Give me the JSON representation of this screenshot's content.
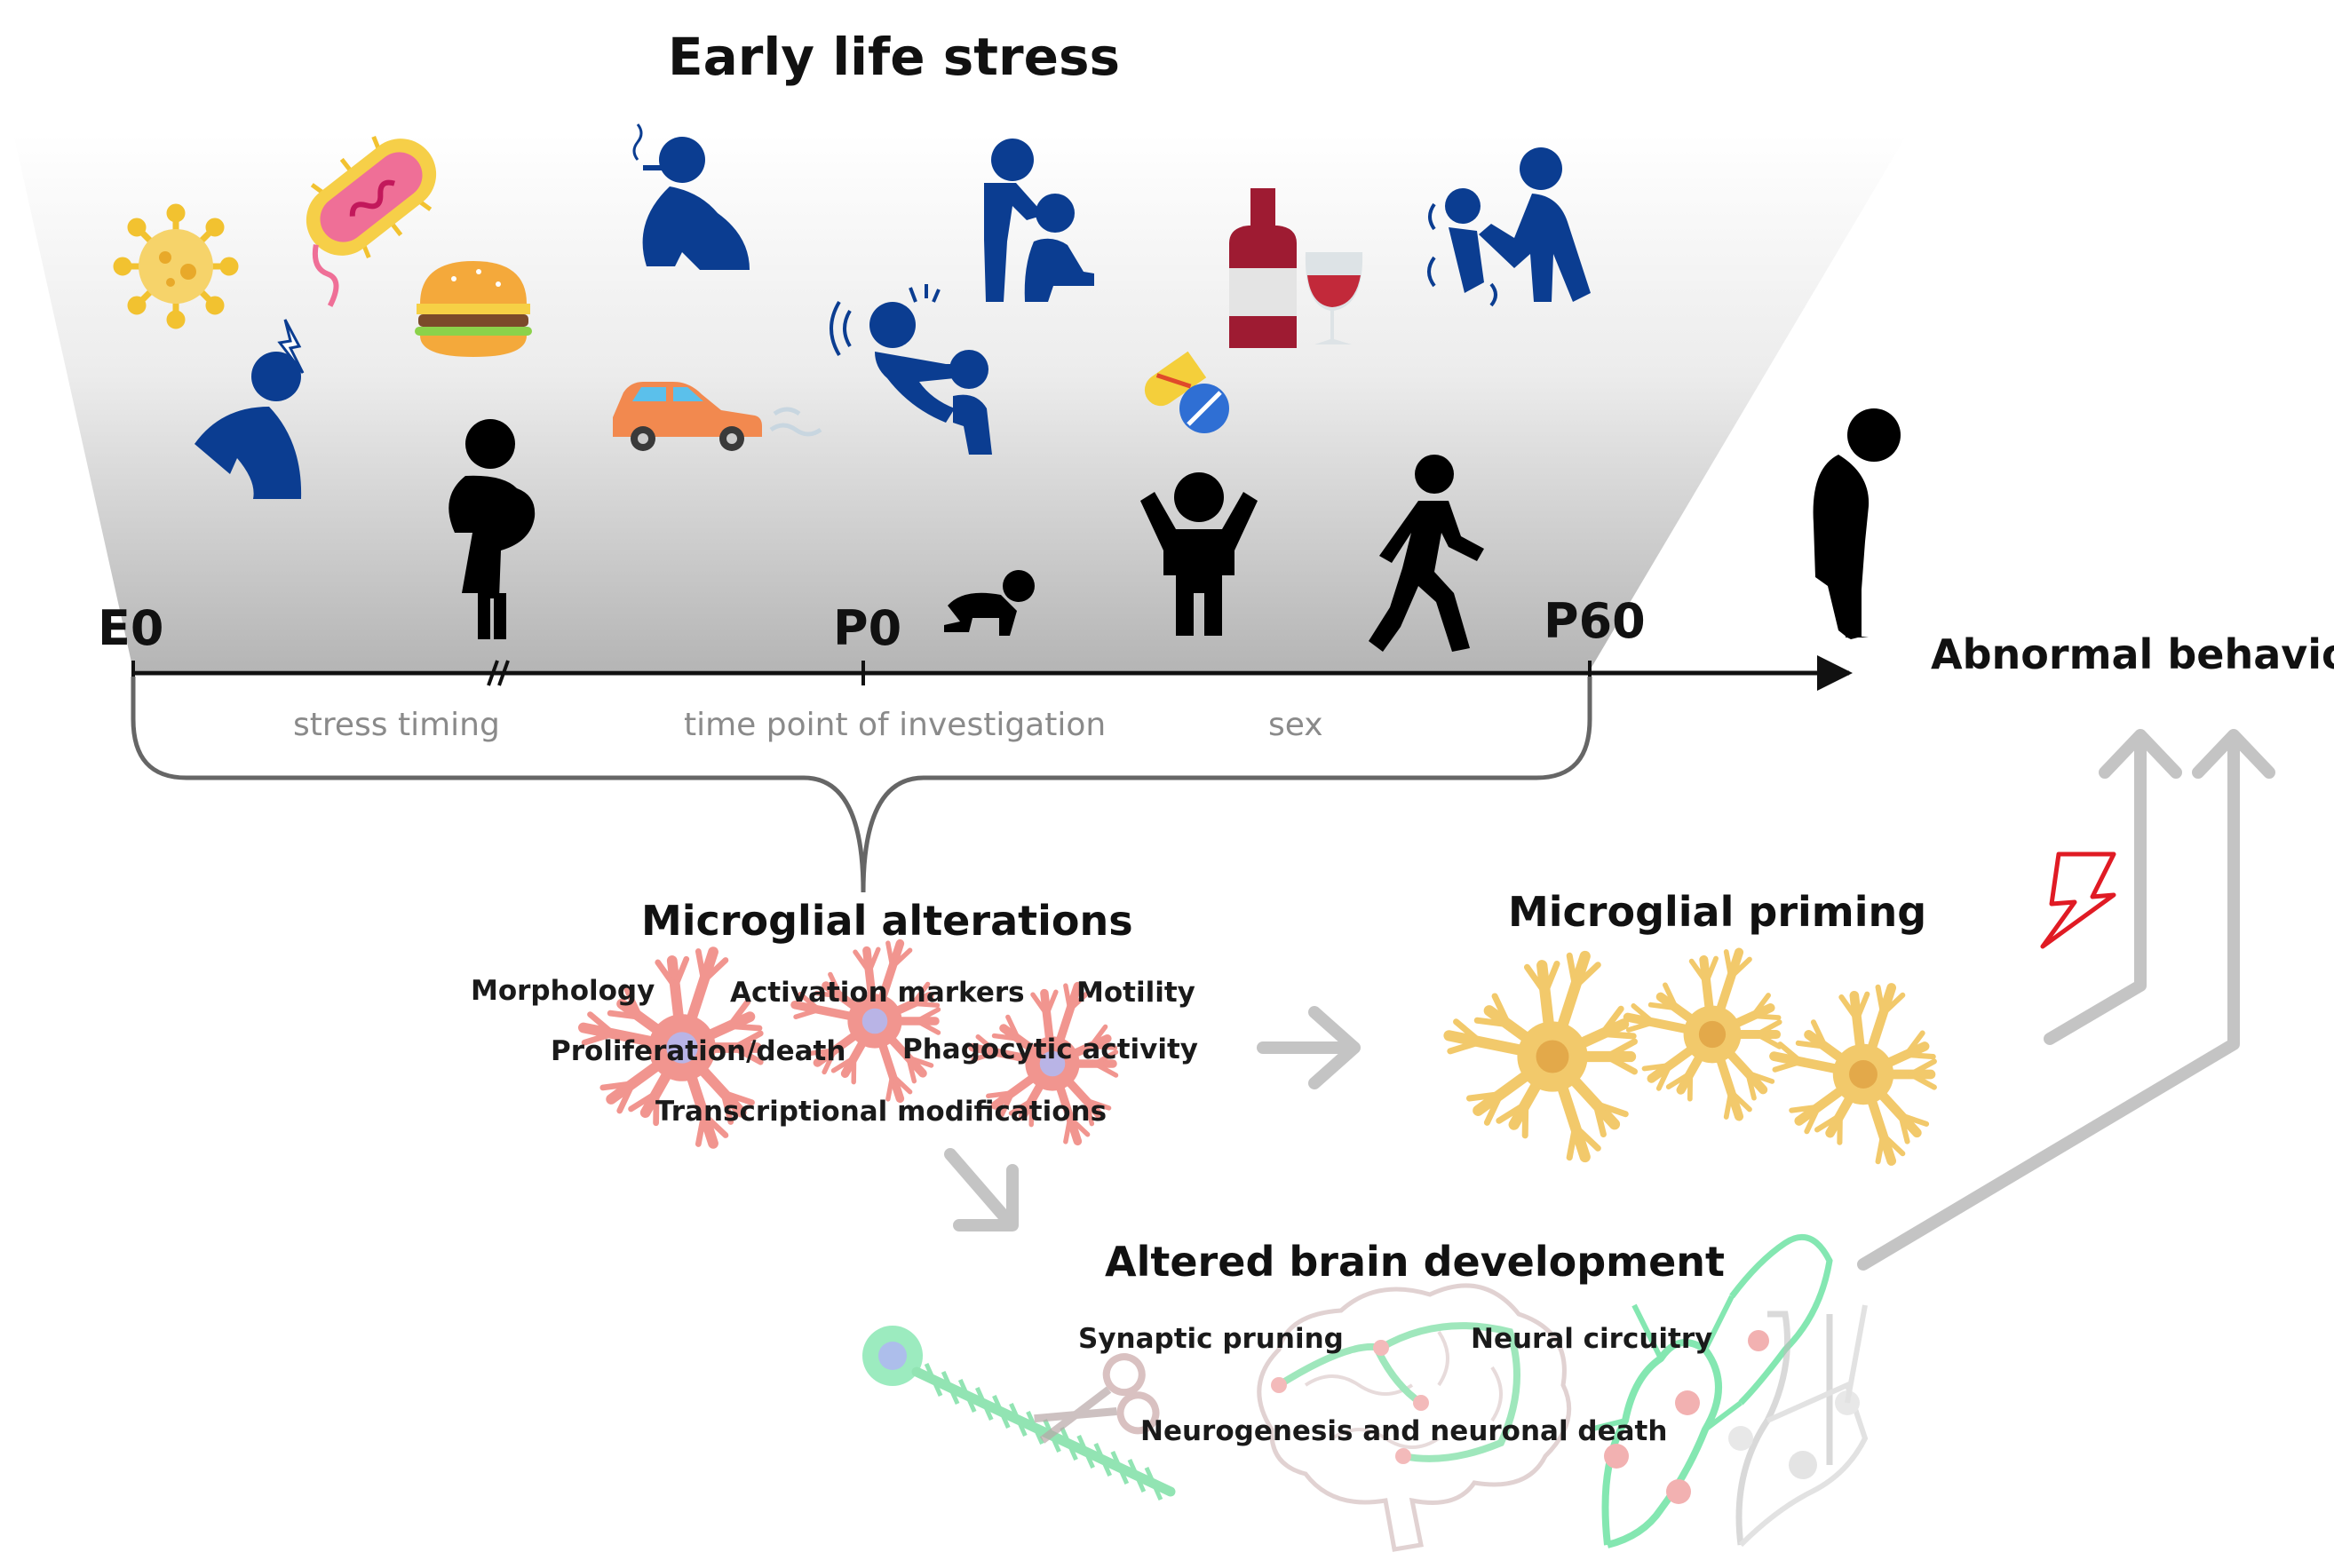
{
  "title": "Early life stress",
  "timeline": {
    "ticks": [
      "E0",
      "P0",
      "P60"
    ],
    "factors": [
      "stress timing",
      "time point of investigation",
      "sex"
    ]
  },
  "outcome": "Abnormal behavior",
  "microglial_alterations": {
    "title": "Microglial alterations",
    "items": [
      "Morphology",
      "Activation markers",
      "Motility",
      "Proliferation/death",
      "Phagocytic activity",
      "Transcriptional modifications"
    ]
  },
  "microglial_priming": {
    "title": "Microglial priming"
  },
  "brain_development": {
    "title": "Altered brain development",
    "items": [
      "Synaptic pruning",
      "Neural circuitry",
      "Neurogenesis and neuronal death"
    ]
  },
  "colors": {
    "icon_blue": "#0b3d91",
    "microglia_pink": "#f1958f",
    "microglia_yellow": "#f2c96b",
    "neuron_green": "#6fe3a4",
    "arrow_gray": "#c4c4c4",
    "lightning_red": "#e01b24"
  }
}
